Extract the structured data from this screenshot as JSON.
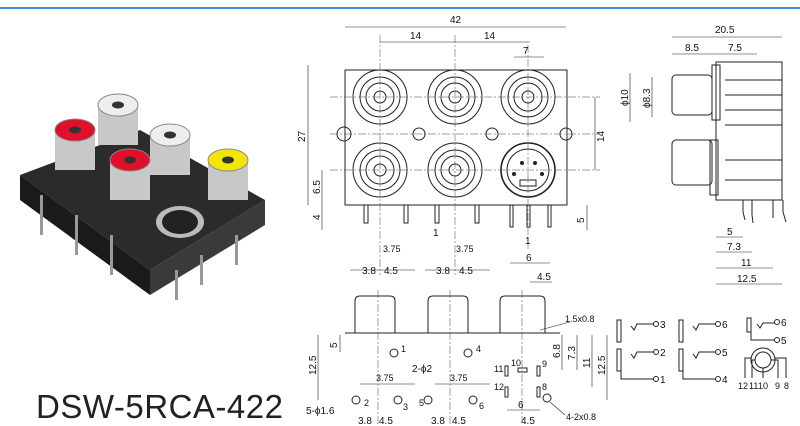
{
  "title": "DSW-5RCA-422",
  "colors": {
    "accent_line": "#3a8fd6",
    "red_jack": "#e0102a",
    "yellow_jack": "#f2e600",
    "white_jack": "#f4f4f4",
    "housing": "#2b2b2b"
  },
  "front_view": {
    "dims": [
      "42",
      "14",
      "14",
      "7",
      "27",
      "14",
      "6.5",
      "4",
      "5",
      "1",
      "3.75",
      "3.75",
      "3.8",
      "4.5",
      "3.8",
      "4.5",
      "1",
      "6",
      "4.5"
    ]
  },
  "side_view": {
    "dims": [
      "20.5",
      "8.5",
      "7.5",
      "ϕ10",
      "ϕ8.3",
      "5",
      "7.3",
      "11",
      "12.5"
    ]
  },
  "pcb_layout": {
    "dims": [
      "5",
      "12.5",
      "2-ϕ2",
      "3.75",
      "3.75",
      "5-ϕ1.6",
      "3.8",
      "4.5",
      "3.8",
      "4.5",
      "1.5x0.8",
      "6.8",
      "7.3",
      "11",
      "12.5",
      "6",
      "4.5",
      "4-2x0.8"
    ],
    "pins": [
      "1",
      "2",
      "3",
      "4",
      "5",
      "6",
      "10",
      "9",
      "11",
      "12",
      "8"
    ]
  },
  "schematic": {
    "rca1_pins": [
      "3",
      "2",
      "1"
    ],
    "rca2_pins": [
      "6",
      "5",
      "4"
    ],
    "svideo_pins": [
      "6",
      "5",
      "12",
      "11",
      "10",
      "9",
      "8"
    ]
  }
}
